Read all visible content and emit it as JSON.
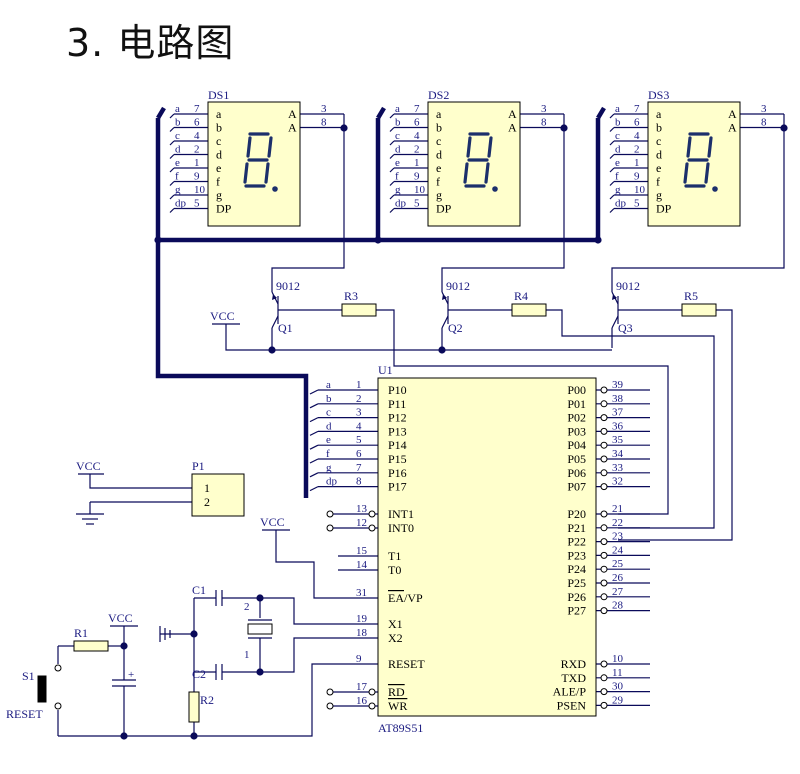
{
  "title": "3. 电路图",
  "displays": [
    {
      "name": "DS1",
      "left_pins": [
        [
          "a",
          "7"
        ],
        [
          "b",
          "6"
        ],
        [
          "c",
          "4"
        ],
        [
          "d",
          "2"
        ],
        [
          "e",
          "1"
        ],
        [
          "f",
          "9"
        ],
        [
          "g",
          "10"
        ],
        [
          "dp",
          "5"
        ]
      ],
      "right_pins": [
        "3",
        "8"
      ]
    },
    {
      "name": "DS2",
      "left_pins": [
        [
          "a",
          "7"
        ],
        [
          "b",
          "6"
        ],
        [
          "c",
          "4"
        ],
        [
          "d",
          "2"
        ],
        [
          "e",
          "1"
        ],
        [
          "f",
          "9"
        ],
        [
          "g",
          "10"
        ],
        [
          "dp",
          "5"
        ]
      ],
      "right_pins": [
        "3",
        "8"
      ]
    },
    {
      "name": "DS3",
      "left_pins": [
        [
          "a",
          "7"
        ],
        [
          "b",
          "6"
        ],
        [
          "c",
          "4"
        ],
        [
          "d",
          "2"
        ],
        [
          "e",
          "1"
        ],
        [
          "f",
          "9"
        ],
        [
          "g",
          "10"
        ],
        [
          "dp",
          "5"
        ]
      ],
      "right_pins": [
        "3",
        "8"
      ]
    }
  ],
  "display_inner": {
    "left": [
      "a",
      "b",
      "c",
      "d",
      "e",
      "f",
      "g",
      "DP"
    ],
    "right": [
      "A",
      "A"
    ]
  },
  "transistors": [
    {
      "type": "9012",
      "name": "Q1",
      "resistor": "R3"
    },
    {
      "type": "9012",
      "name": "Q2",
      "resistor": "R4"
    },
    {
      "type": "9012",
      "name": "Q3",
      "resistor": "R5"
    }
  ],
  "vcc": "VCC",
  "mcu": {
    "ref": "U1",
    "part": "AT89S51",
    "left_port": [
      [
        "a",
        "1",
        "P10"
      ],
      [
        "b",
        "2",
        "P11"
      ],
      [
        "c",
        "3",
        "P12"
      ],
      [
        "d",
        "4",
        "P13"
      ],
      [
        "e",
        "5",
        "P14"
      ],
      [
        "f",
        "6",
        "P15"
      ],
      [
        "g",
        "7",
        "P16"
      ],
      [
        "dp",
        "8",
        "P17"
      ]
    ],
    "left_ctrl": [
      [
        "13",
        "INT1"
      ],
      [
        "12",
        "INT0"
      ],
      [
        "15",
        "T1"
      ],
      [
        "14",
        "T0"
      ],
      [
        "31",
        "EA/VP"
      ],
      [
        "19",
        "X1"
      ],
      [
        "18",
        "X2"
      ],
      [
        "9",
        "RESET"
      ],
      [
        "17",
        "RD"
      ],
      [
        "16",
        "WR"
      ]
    ],
    "right_p0": [
      [
        "39",
        "P00"
      ],
      [
        "38",
        "P01"
      ],
      [
        "37",
        "P02"
      ],
      [
        "36",
        "P03"
      ],
      [
        "35",
        "P04"
      ],
      [
        "34",
        "P05"
      ],
      [
        "33",
        "P06"
      ],
      [
        "32",
        "P07"
      ]
    ],
    "right_p2": [
      [
        "21",
        "P20"
      ],
      [
        "22",
        "P21"
      ],
      [
        "23",
        "P22"
      ],
      [
        "24",
        "P23"
      ],
      [
        "25",
        "P24"
      ],
      [
        "26",
        "P25"
      ],
      [
        "27",
        "P26"
      ],
      [
        "28",
        "P27"
      ]
    ],
    "right_ctrl": [
      [
        "10",
        "RXD"
      ],
      [
        "11",
        "TXD"
      ],
      [
        "30",
        "ALE/P"
      ],
      [
        "29",
        "PSEN"
      ]
    ]
  },
  "connector": {
    "ref": "P1",
    "pins": [
      "1",
      "2"
    ]
  },
  "components": {
    "c1": "C1",
    "c2": "C2",
    "r1": "R1",
    "r2": "R2",
    "s1": "S1",
    "reset": "RESET",
    "crystal_pins": [
      "2",
      "1"
    ]
  }
}
